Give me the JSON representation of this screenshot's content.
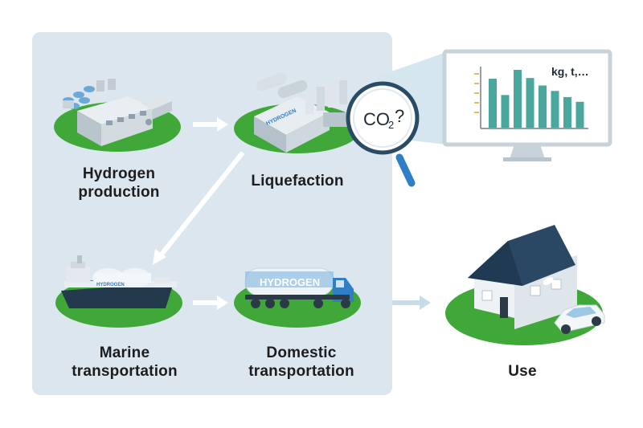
{
  "labels": {
    "hydrogen_production_line1": "Hydrogen",
    "hydrogen_production_line2": "production",
    "liquefaction": "Liquefaction",
    "marine_line1": "Marine",
    "marine_line2": "transportation",
    "domestic_line1": "Domestic",
    "domestic_line2": "transportation",
    "use": "Use"
  },
  "magnifier_text": {
    "co": "CO",
    "sub": "2",
    "q": "?"
  },
  "monitor_text": "kg, t,…",
  "tank_text": "HYDROGEN",
  "chart_data": {
    "type": "bar",
    "values": [
      72,
      48,
      85,
      73,
      62,
      54,
      45,
      38
    ],
    "title": "",
    "xlabel": "",
    "ylabel": ""
  },
  "colors": {
    "panel": "#dbe6ef",
    "grass": "#3fa838",
    "arrow": "#ffffff",
    "arrow_outside": "#c8dbe8",
    "bars": "#4aa79d",
    "lens_rim": "#2a4b64",
    "handle": "#2f7fc6",
    "ship_hull": "#233a4d",
    "roof": "#2a4864"
  },
  "icons": [
    "factory-icon",
    "liquefaction-plant-icon",
    "magnifier-icon",
    "monitor-icon",
    "ship-icon",
    "truck-icon",
    "house-icon",
    "car-icon"
  ]
}
